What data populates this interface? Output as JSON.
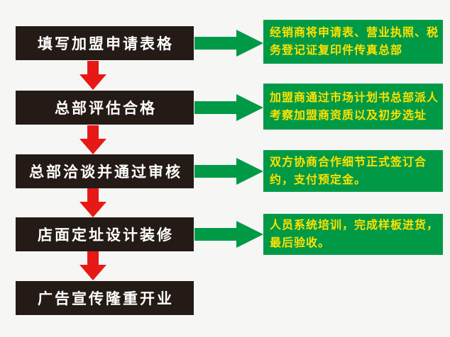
{
  "colors": {
    "background": "#f6f6f4",
    "step_box": "#241a16",
    "step_text": "#ffffff",
    "detail_box": "#009a47",
    "detail_text": "#ffe100",
    "down_arrow": "#e61917",
    "right_arrow": "#009a47"
  },
  "steps": [
    {
      "label": "填写加盟申请表格",
      "detail": "经销商将申请表、营业执照、税\n务登记证复印件传真总部"
    },
    {
      "label": "总部评估合格",
      "detail": "加盟商通过市场计划书总部派人\n考察加盟商资质以及初步选址"
    },
    {
      "label": "总部洽谈并通过审核",
      "detail": "双方协商合作细节正式签订合\n约，支付预定金。"
    },
    {
      "label": "店面定址设计装修",
      "detail": "人员系统培训，完成样板进货，\n最后验收。"
    },
    {
      "label": "广告宣传隆重开业"
    }
  ]
}
